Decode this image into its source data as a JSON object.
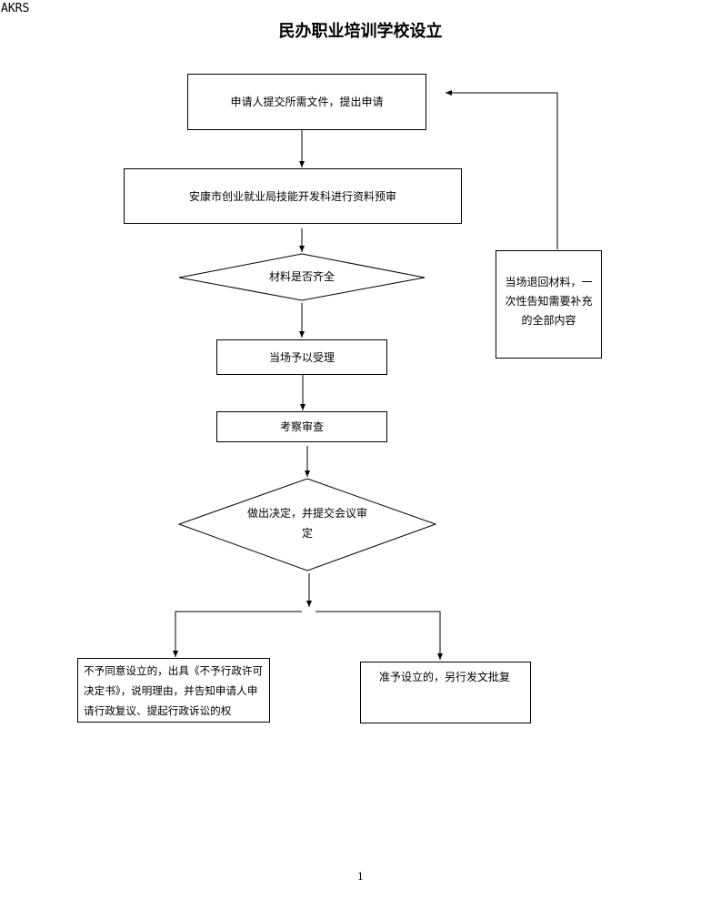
{
  "header": {
    "corner_mark": "AKRS",
    "title": "民办职业培训学校设立"
  },
  "flow": {
    "step_apply": "申请人提交所需文件，提出申请",
    "step_review": "安康市创业就业局技能开发科进行资料预审",
    "decision_materials": "材料是否齐全",
    "step_accept": "当场予以受理",
    "step_inspect": "考察审查",
    "decision_final_line1": "做出决定，并提交会议审",
    "decision_final_line2": "定",
    "side_return": "当场退回材料，一次性告知需要补充的全部内容",
    "outcome_reject": "不予同意设立的，出具《不予行政许可决定书》，说明理由，并告知申请人申请行政复议、提起行政诉讼的权",
    "outcome_approve": "准予设立的，另行发文批复"
  },
  "footer": {
    "page_number": "1"
  }
}
